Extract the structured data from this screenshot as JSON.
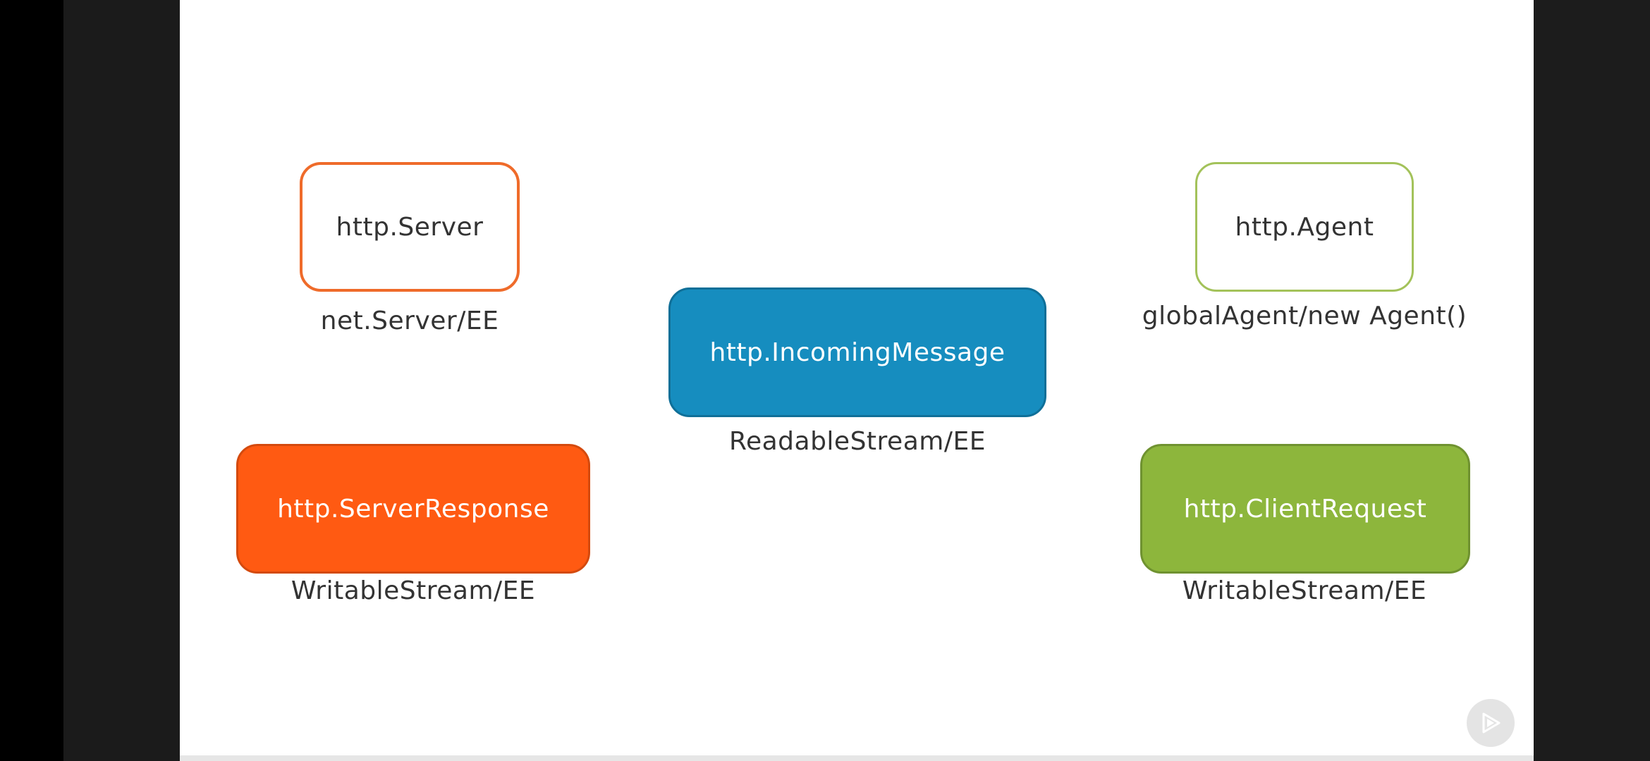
{
  "diagram": {
    "nodes": [
      {
        "id": "http-server",
        "label": "http.Server",
        "caption": "net.Server/EE"
      },
      {
        "id": "http-agent",
        "label": "http.Agent",
        "caption": "globalAgent/new Agent()"
      },
      {
        "id": "http-incoming-message",
        "label": "http.IncomingMessage",
        "caption": "ReadableStream/EE"
      },
      {
        "id": "http-server-response",
        "label": "http.ServerResponse",
        "caption": "WritableStream/EE"
      },
      {
        "id": "http-client-request",
        "label": "http.ClientRequest",
        "caption": "WritableStream/EE"
      }
    ]
  },
  "colors": {
    "orange": "#ef6b2a",
    "orange_fill": "#ff5a12",
    "blue_fill": "#168dbf",
    "green": "#a3c25a",
    "green_fill": "#8db63c"
  },
  "player": {
    "icon": "play-icon"
  }
}
